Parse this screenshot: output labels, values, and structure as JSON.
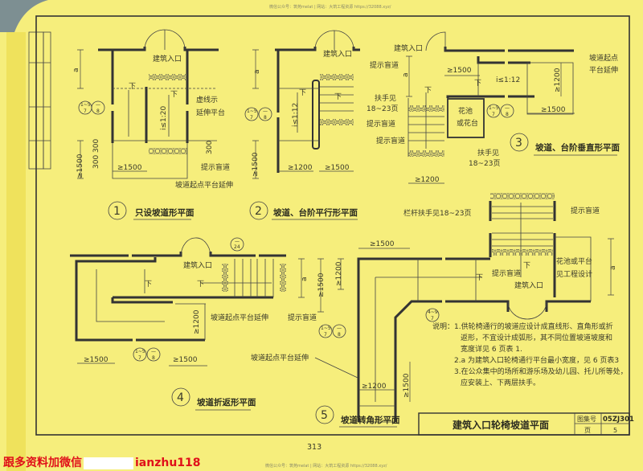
{
  "watermark": "微信公众号：筑苑melat | 网站：大筑工程资源 https://32088.xyz/",
  "page_number": "313",
  "footer": {
    "text_left": "跟多资料加微信",
    "text_right": "ianzhu118"
  },
  "title_block": {
    "title": "建筑入口轮椅坡道平面",
    "atlas_label": "图集号",
    "atlas_no": "05ZJ301",
    "page_label": "页",
    "page_no": "5"
  },
  "common": {
    "entrance": "建筑入口",
    "down": "下",
    "tactile": "提示盲道",
    "ramp_ext": "坡道起点平台延伸",
    "a": "a",
    "ref_1_5": "1~5",
    "ref_7": "7",
    "ref_dash": "—",
    "ref_8": "8",
    "ge1500": "≥1500",
    "ge1200": "≥1200",
    "handrail_1": "扶手见",
    "handrail_2": "18~23页"
  },
  "d1": {
    "num": "1",
    "title": "只设坡道形平面",
    "slope": "i≤1:20",
    "dashed_1": "虚线示",
    "dashed_2": "延伸平台",
    "dim300": "300",
    "dim300b": "300 300"
  },
  "d2": {
    "num": "2",
    "title": "坡道、台阶平行形平面",
    "slope": "i≤1:12"
  },
  "d3": {
    "num": "3",
    "title": "坡道、台阶垂直形平面",
    "slope": "i≤1:12",
    "ext_1": "坡道起点",
    "ext_2": "平台延伸",
    "planter_1": "花池",
    "planter_2": "或花台"
  },
  "d4": {
    "num": "4",
    "title": "坡道折返形平面",
    "ref_24": "24"
  },
  "d5": {
    "num": "5",
    "title": "坡道转角形平面",
    "rail": "栏杆扶手见18~23页",
    "planter_1": "花池或平台",
    "planter_2": "见工程设计",
    "ref_4_9": "4~9"
  },
  "notes": {
    "label": "说明：",
    "lines": [
      "1.供轮椅通行的坡道应设计成直线形、直角形或折",
      "返形，不宜设计成弧形，其不同位置坡道坡度和",
      "宽度详见 6 页表 1.",
      "2.a 为建筑入口轮椅通行平台最小宽度，见 6 页表3",
      "3.在公众集中的场所和游乐场及幼儿园、托儿所等处，",
      "应安装上、下两层扶手。"
    ]
  },
  "colors": {
    "paper": "#f6ee7c",
    "ink": "#333333",
    "footer_red": "#e0101a"
  }
}
